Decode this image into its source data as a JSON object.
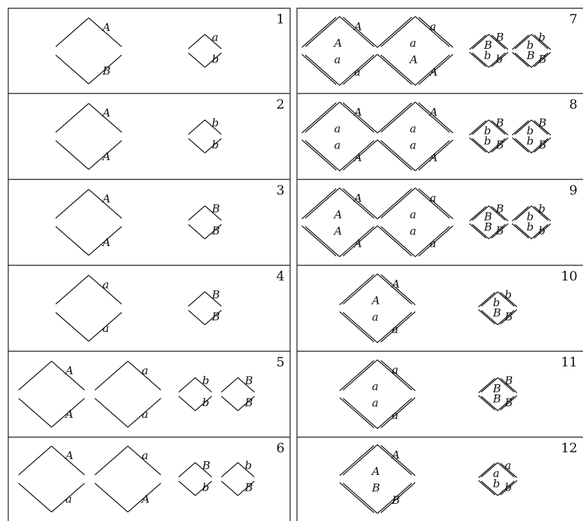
{
  "panels": [
    {
      "number": "1",
      "large": [
        {
          "outer": [
            "A",
            "B"
          ]
        }
      ],
      "small": [
        {
          "outer": [
            "a",
            "b"
          ]
        }
      ]
    },
    {
      "number": "2",
      "large": [
        {
          "outer": [
            "A",
            "A"
          ]
        }
      ],
      "small": [
        {
          "outer": [
            "b",
            "b"
          ]
        }
      ]
    },
    {
      "number": "3",
      "large": [
        {
          "outer": [
            "A",
            "A"
          ]
        }
      ],
      "small": [
        {
          "outer": [
            "B",
            "B"
          ]
        }
      ]
    },
    {
      "number": "4",
      "large": [
        {
          "outer": [
            "a",
            "a"
          ]
        }
      ],
      "small": [
        {
          "outer": [
            "B",
            "B"
          ]
        }
      ]
    },
    {
      "number": "5",
      "large": [
        {
          "outer": [
            "A",
            "A"
          ]
        },
        {
          "outer": [
            "a",
            "a"
          ]
        }
      ],
      "small": [
        {
          "outer": [
            "b",
            "b"
          ]
        },
        {
          "outer": [
            "B",
            "B"
          ]
        }
      ]
    },
    {
      "number": "6",
      "large": [
        {
          "outer": [
            "A",
            "a"
          ]
        },
        {
          "outer": [
            "a",
            "A"
          ]
        }
      ],
      "small": [
        {
          "outer": [
            "B",
            "b"
          ]
        },
        {
          "outer": [
            "b",
            "B"
          ]
        }
      ]
    },
    {
      "number": "7",
      "large": [
        {
          "outer": [
            "A",
            "a"
          ],
          "inner": [
            "A",
            "a"
          ]
        },
        {
          "outer": [
            "a",
            "A"
          ],
          "inner": [
            "a",
            "A"
          ]
        }
      ],
      "small": [
        {
          "outer": [
            "B",
            "b"
          ],
          "inner": [
            "B",
            "b"
          ]
        },
        {
          "outer": [
            "b",
            "B"
          ],
          "inner": [
            "b",
            "B"
          ]
        }
      ]
    },
    {
      "number": "8",
      "large": [
        {
          "outer": [
            "A",
            "A"
          ],
          "inner": [
            "a",
            "a"
          ]
        },
        {
          "outer": [
            "A",
            "A"
          ],
          "inner": [
            "a",
            "a"
          ]
        }
      ],
      "small": [
        {
          "outer": [
            "B",
            "B"
          ],
          "inner": [
            "b",
            "b"
          ]
        },
        {
          "outer": [
            "B",
            "B"
          ],
          "inner": [
            "b",
            "b"
          ]
        }
      ]
    },
    {
      "number": "9",
      "large": [
        {
          "outer": [
            "A",
            "A"
          ],
          "inner": [
            "A",
            "A"
          ]
        },
        {
          "outer": [
            "a",
            "a"
          ],
          "inner": [
            "a",
            "a"
          ]
        }
      ],
      "small": [
        {
          "outer": [
            "B",
            "B"
          ],
          "inner": [
            "B",
            "B"
          ]
        },
        {
          "outer": [
            "b",
            "b"
          ],
          "inner": [
            "b",
            "b"
          ]
        }
      ]
    },
    {
      "number": "10",
      "large": [
        {
          "outer": [
            "A",
            "a"
          ],
          "inner": [
            "A",
            "a"
          ]
        }
      ],
      "small": [
        {
          "outer": [
            "b",
            "B"
          ],
          "inner": [
            "b",
            "B"
          ]
        }
      ]
    },
    {
      "number": "11",
      "large": [
        {
          "outer": [
            "a",
            "a"
          ],
          "inner": [
            "a",
            "a"
          ]
        }
      ],
      "small": [
        {
          "outer": [
            "B",
            "B"
          ],
          "inner": [
            "B",
            "B"
          ]
        }
      ]
    },
    {
      "number": "12",
      "large": [
        {
          "outer": [
            "A",
            "B"
          ],
          "inner": [
            "A",
            "B"
          ]
        }
      ],
      "small": [
        {
          "outer": [
            "a",
            "b"
          ],
          "inner": [
            "a",
            "b"
          ]
        }
      ]
    }
  ]
}
